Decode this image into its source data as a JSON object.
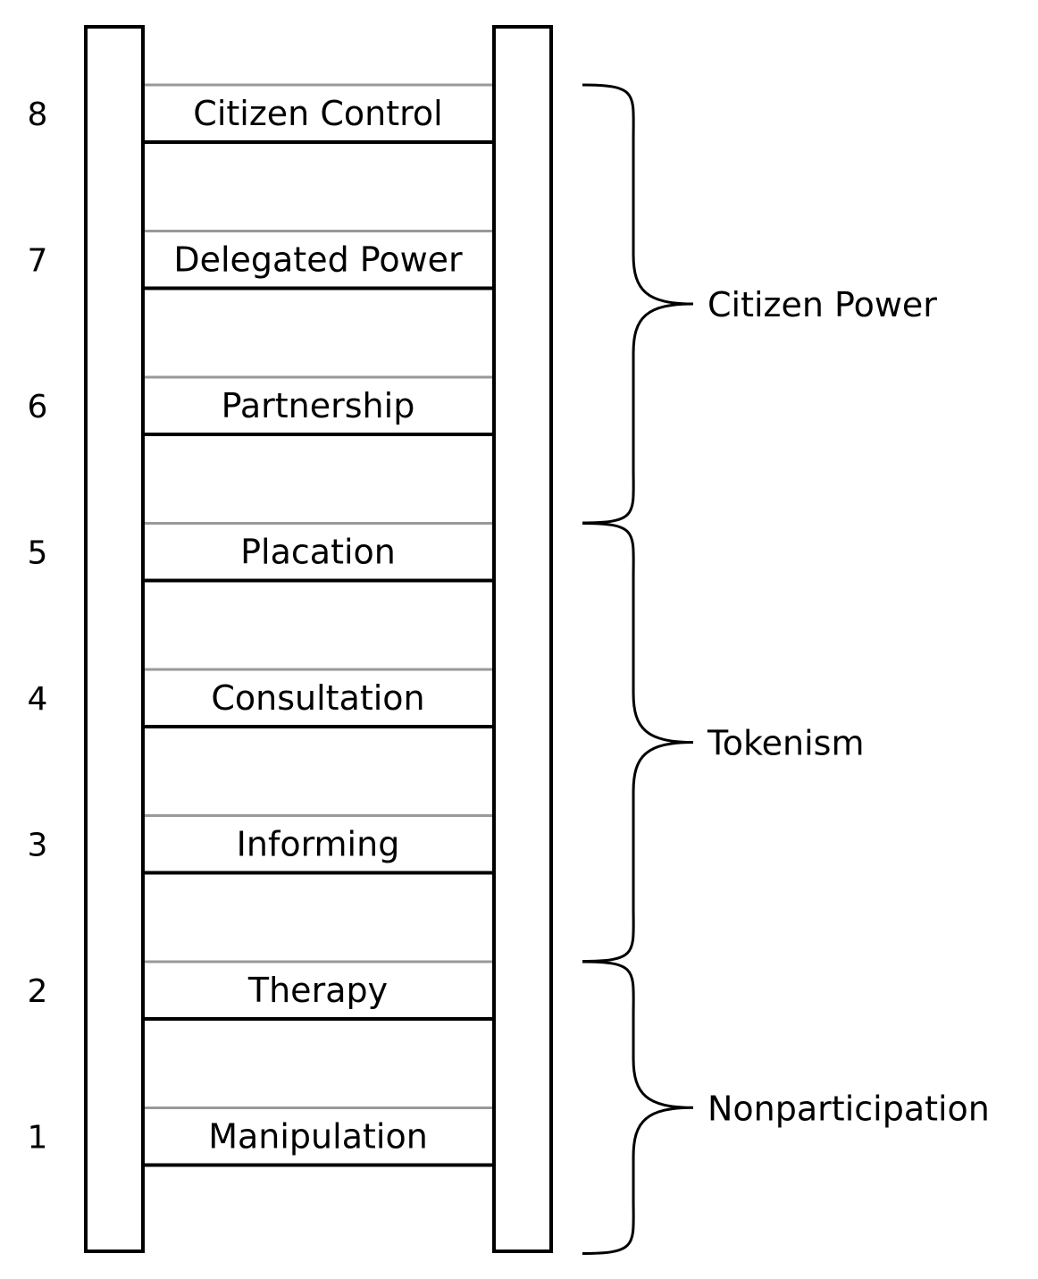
{
  "rungs": [
    {
      "number": "8",
      "label": "Citizen Control"
    },
    {
      "number": "7",
      "label": "Delegated Power"
    },
    {
      "number": "6",
      "label": "Partnership"
    },
    {
      "number": "5",
      "label": "Placation"
    },
    {
      "number": "4",
      "label": "Consultation"
    },
    {
      "number": "3",
      "label": "Informing"
    },
    {
      "number": "2",
      "label": "Therapy"
    },
    {
      "number": "1",
      "label": "Manipulation"
    }
  ],
  "groups": [
    {
      "label": "Citizen Power",
      "rungs": [
        "8",
        "7",
        "6"
      ]
    },
    {
      "label": "Tokenism",
      "rungs": [
        "5",
        "4",
        "3"
      ]
    },
    {
      "label": "Nonparticipation",
      "rungs": [
        "2",
        "1"
      ]
    }
  ],
  "colors": {
    "line": "#000000",
    "rung_top_line": "#999999",
    "background": "#ffffff"
  }
}
